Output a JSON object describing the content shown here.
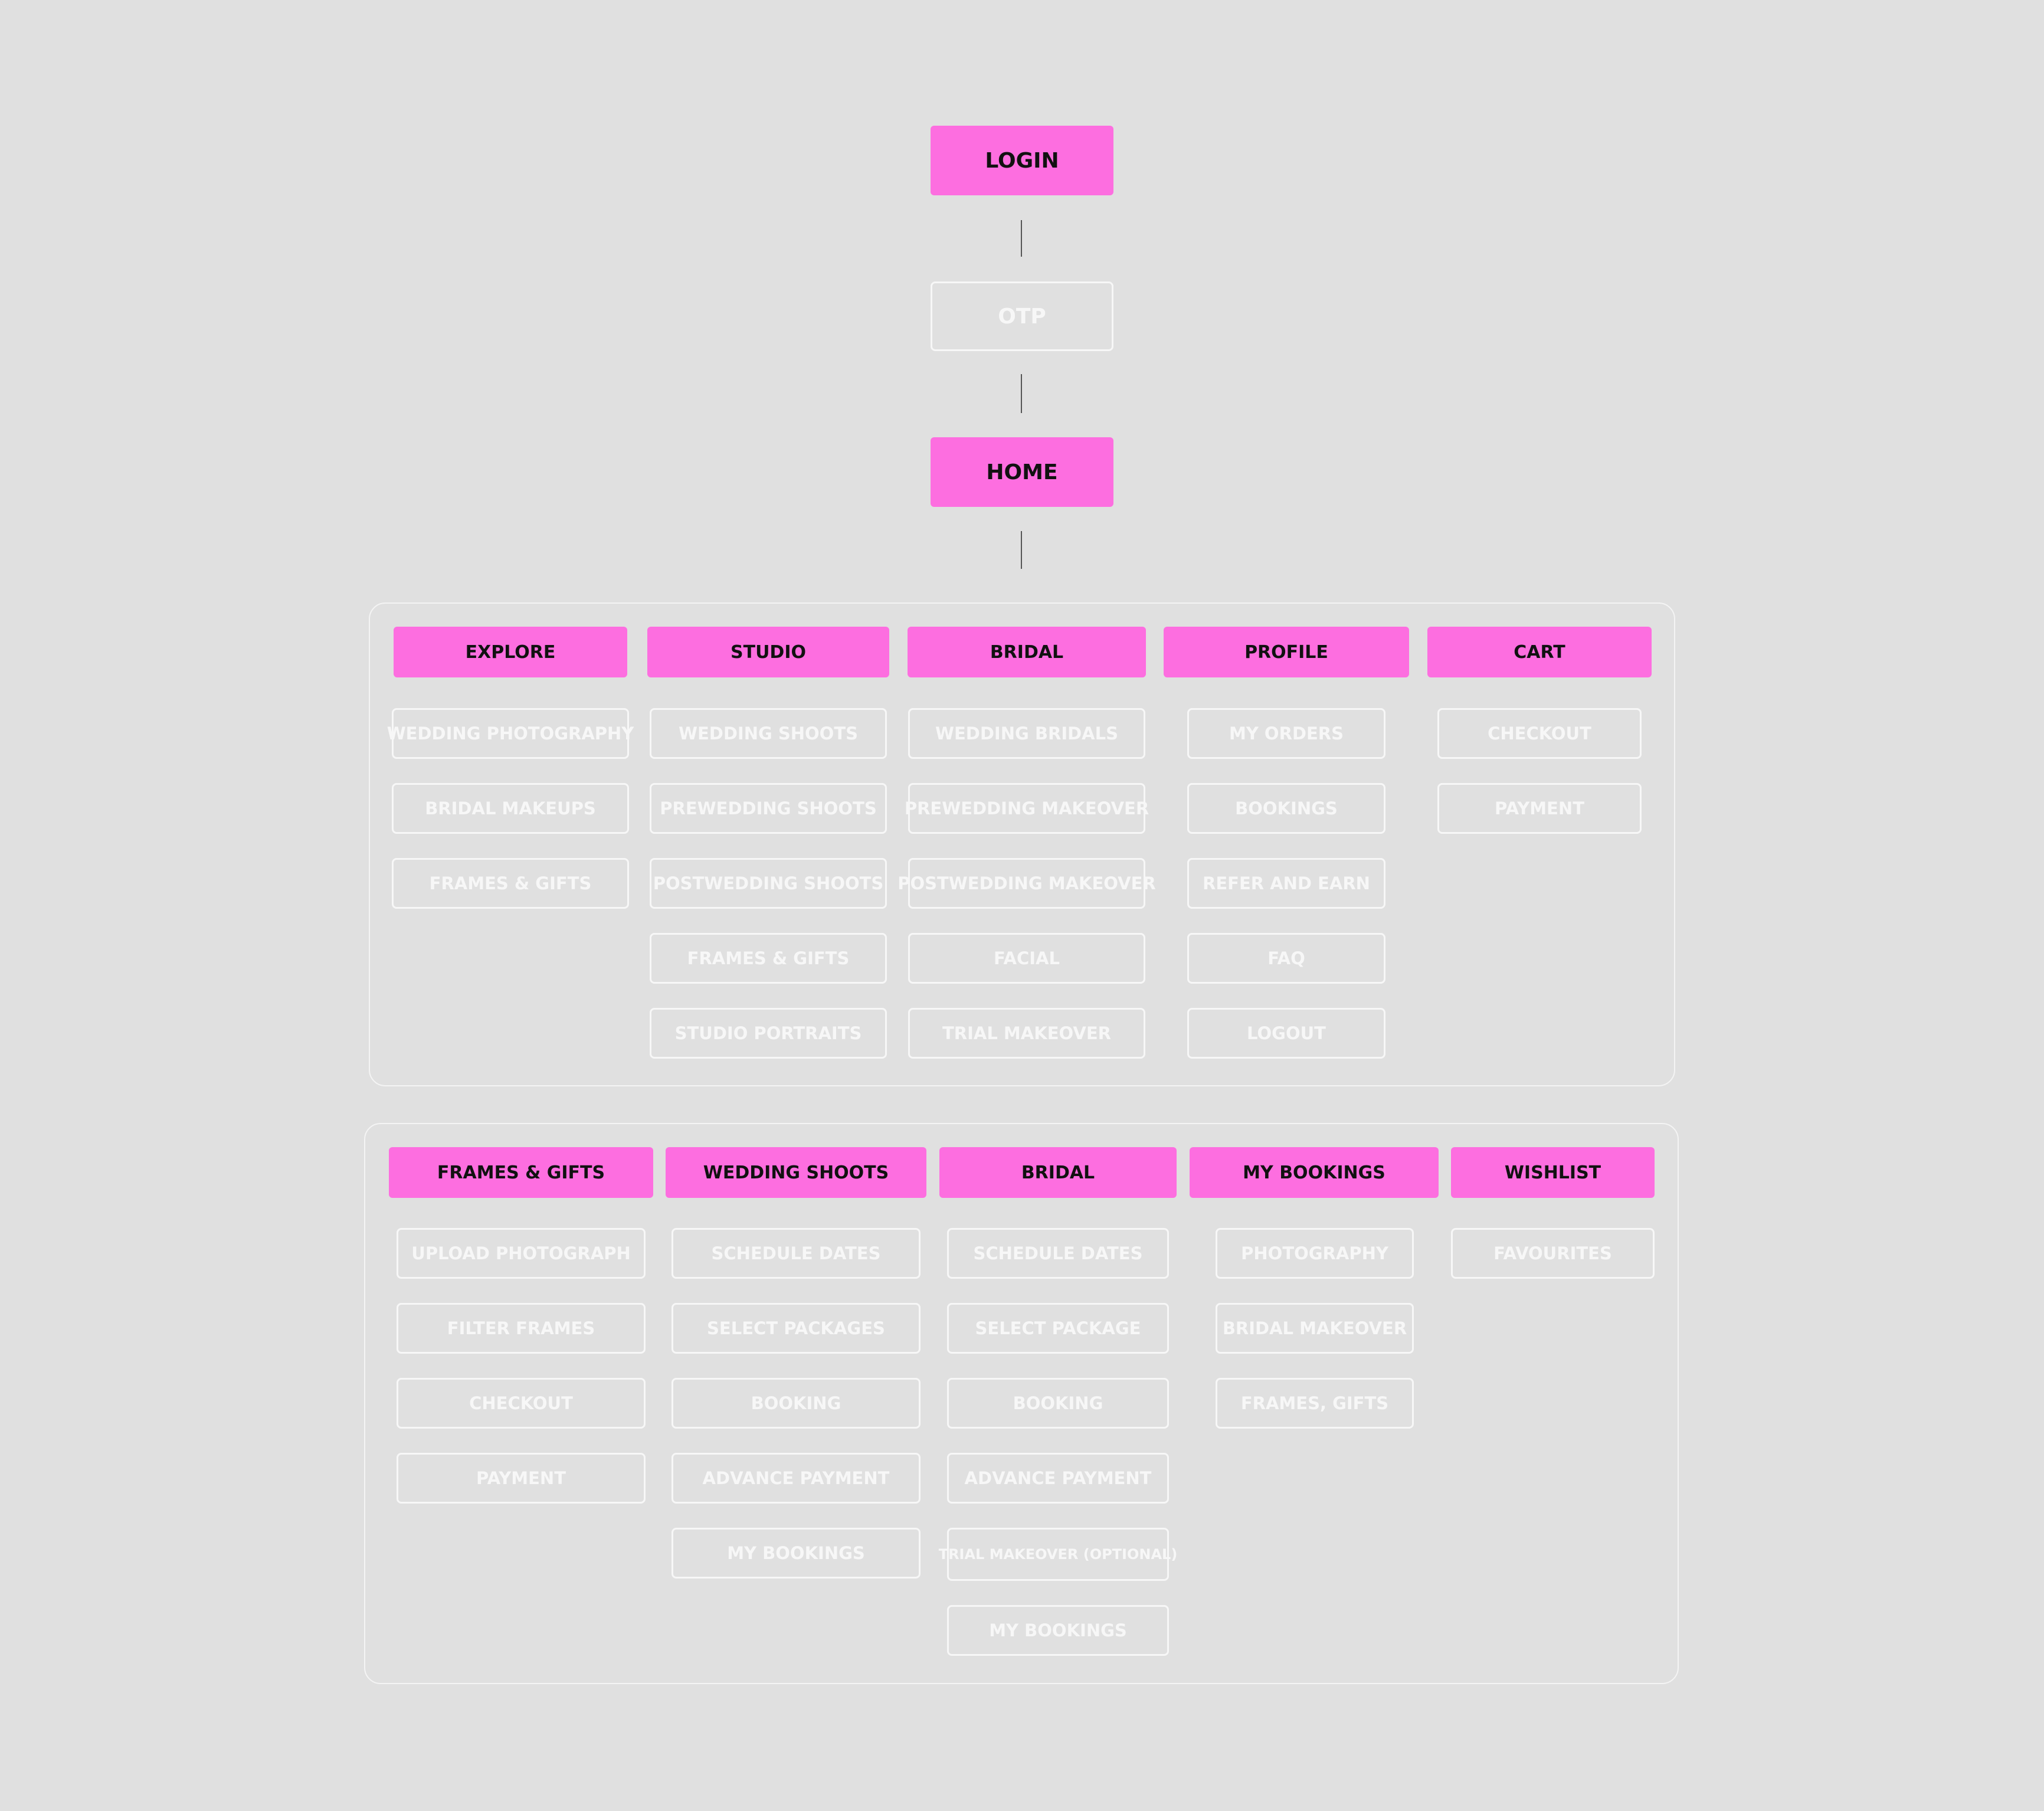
{
  "top_flow": {
    "login": "LOGIN",
    "otp": "OTP",
    "home": "HOME"
  },
  "colors": {
    "primary": "#fd6ee0",
    "background": "#e0e0e0",
    "outline": "#f7f7f7",
    "connector": "#555555"
  },
  "group1": {
    "columns": [
      {
        "header": "EXPLORE",
        "items": [
          "WEDDING PHOTOGRAPHY",
          "BRIDAL MAKEUPS",
          "FRAMES & GIFTS"
        ]
      },
      {
        "header": "STUDIO",
        "items": [
          "WEDDING SHOOTS",
          "PREWEDDING SHOOTS",
          "POSTWEDDING SHOOTS",
          "FRAMES & GIFTS",
          "STUDIO PORTRAITS"
        ]
      },
      {
        "header": "BRIDAL",
        "items": [
          "WEDDING BRIDALS",
          "PREWEDDING MAKEOVER",
          "POSTWEDDING MAKEOVER",
          "FACIAL",
          "TRIAL MAKEOVER"
        ]
      },
      {
        "header": "PROFILE",
        "items": [
          "MY ORDERS",
          "BOOKINGS",
          "REFER AND EARN",
          "FAQ",
          "LOGOUT"
        ]
      },
      {
        "header": "CART",
        "items": [
          "CHECKOUT",
          "PAYMENT"
        ]
      }
    ]
  },
  "group2": {
    "columns": [
      {
        "header": "FRAMES & GIFTS",
        "items": [
          "UPLOAD PHOTOGRAPH",
          "FILTER FRAMES",
          "CHECKOUT",
          "PAYMENT"
        ]
      },
      {
        "header": "WEDDING SHOOTS",
        "items": [
          "SCHEDULE DATES",
          "SELECT PACKAGES",
          "BOOKING",
          "ADVANCE PAYMENT",
          "MY BOOKINGS"
        ]
      },
      {
        "header": "BRIDAL",
        "items": [
          "SCHEDULE DATES",
          "SELECT PACKAGE",
          "BOOKING",
          "ADVANCE PAYMENT",
          "TRIAL MAKEOVER (OPTIONAL)",
          "MY BOOKINGS"
        ]
      },
      {
        "header": "MY BOOKINGS",
        "items": [
          "PHOTOGRAPHY",
          "BRIDAL MAKEOVER",
          "FRAMES, GIFTS"
        ]
      },
      {
        "header": "WISHLIST",
        "items": [
          "FAVOURITES"
        ]
      }
    ]
  }
}
